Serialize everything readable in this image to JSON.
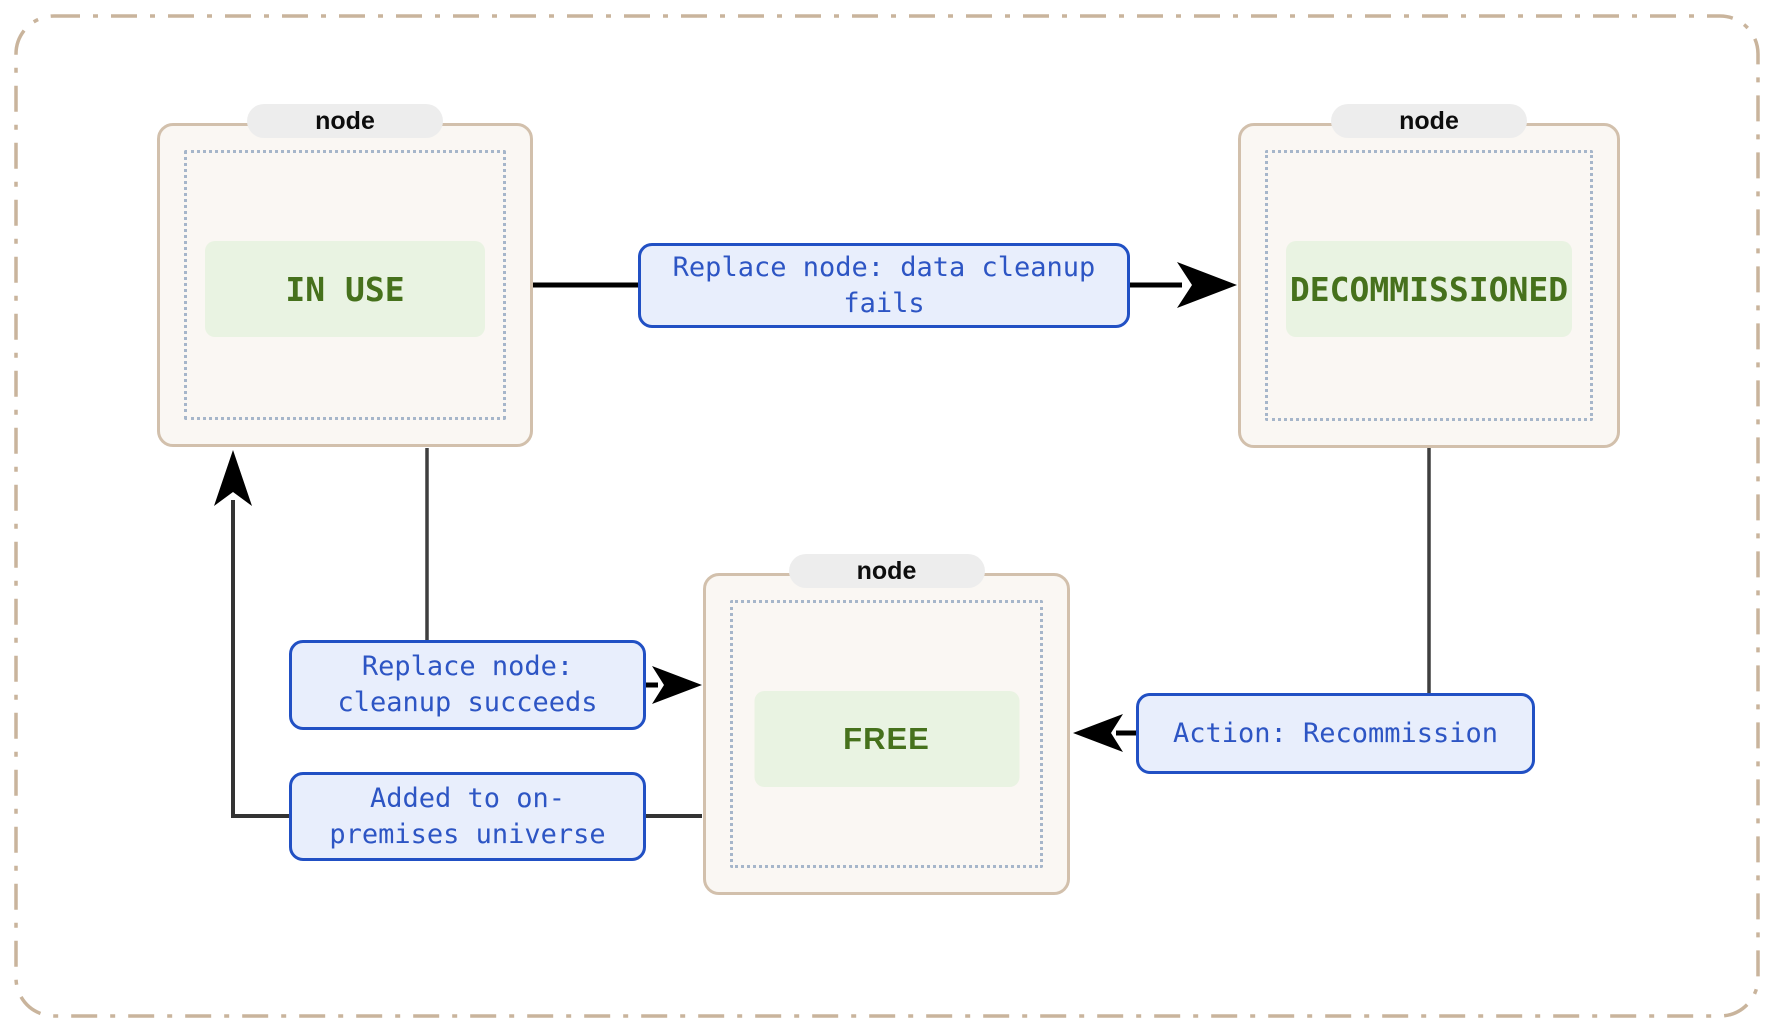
{
  "diagram": {
    "node_tag_label": "node",
    "states": [
      {
        "name": "IN USE"
      },
      {
        "name": "DECOMMISSIONED"
      },
      {
        "name": "FREE"
      }
    ],
    "edges": [
      {
        "label": "Replace node: data cleanup fails",
        "from": "IN USE",
        "to": "DECOMMISSIONED"
      },
      {
        "label": "Replace node: cleanup succeeds",
        "from": "IN USE",
        "to": "FREE"
      },
      {
        "label": "Action: Recommission",
        "from": "DECOMMISSIONED",
        "to": "FREE"
      },
      {
        "label": "Added to on-premises universe",
        "from": "FREE",
        "to": "IN USE"
      }
    ],
    "colors": {
      "state_text": "#46711c",
      "state_fill": "#e9f3e2",
      "node_fill": "#faf7f3",
      "node_border": "#d2c0ac",
      "node_tag_fill": "#ededed",
      "inner_dotted_border": "#a6b6ca",
      "edge_label_text": "#2d55c4",
      "edge_label_border": "#2150c4",
      "edge_label_fill": "#e8eefc",
      "outer_border": "#c9b49c",
      "arrow": "#000000",
      "connector_line": "#3f3f3f"
    }
  }
}
